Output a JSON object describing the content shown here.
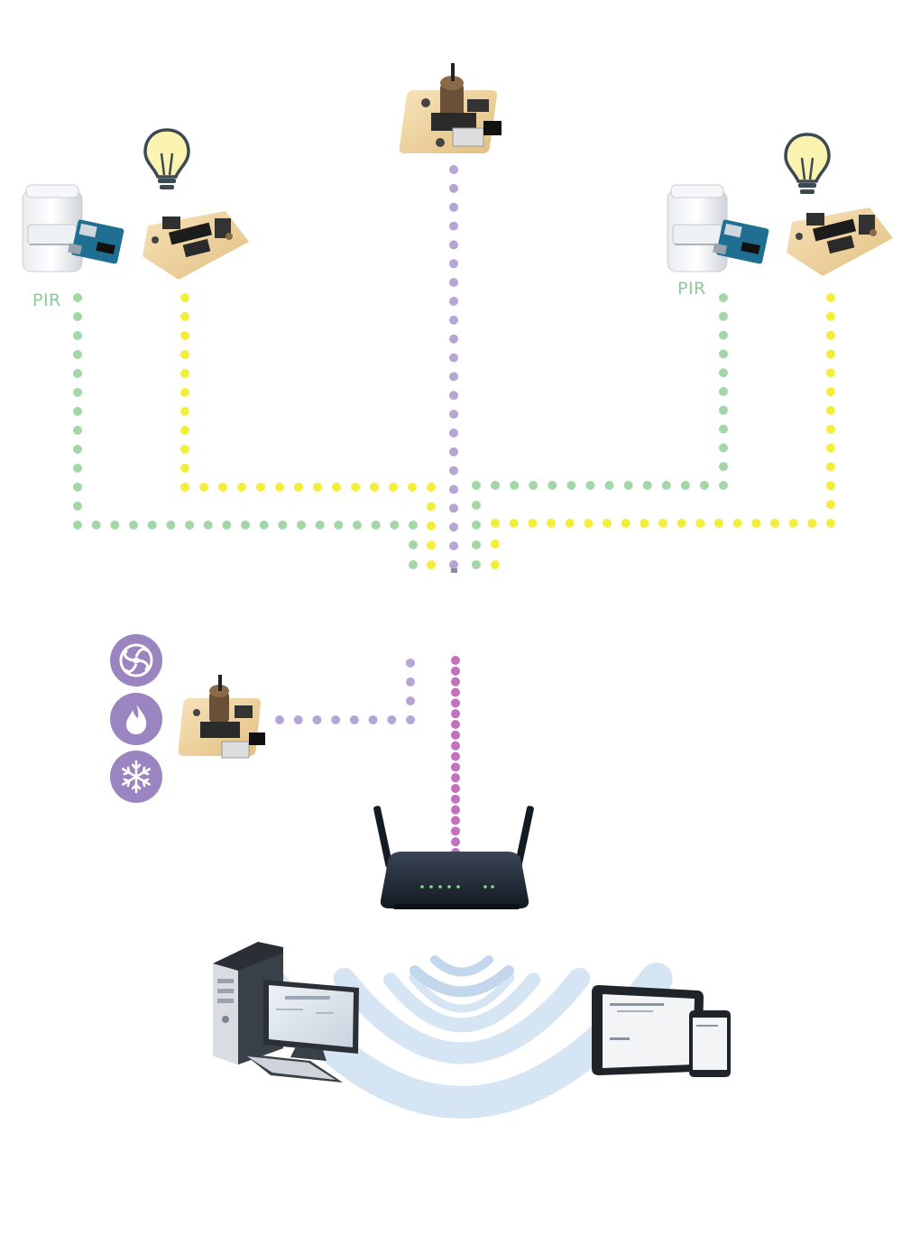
{
  "labels": {
    "pir_left": "PIR",
    "pir_right": "PIR"
  },
  "colors": {
    "green": "#a3d7a8",
    "yellow": "#f2ee3a",
    "lavender": "#b6a6d6",
    "magenta": "#c370bd",
    "wifi": "#d6e5f3",
    "hvac_badge": "#9b85c1",
    "pcb": "#f0d6a4",
    "router": "#1f2733"
  },
  "nodes": [
    {
      "name": "central-controller-board",
      "icon": "circuit-board-icon"
    },
    {
      "name": "pir-sensor-left",
      "icon": "motion-sensor-icon"
    },
    {
      "name": "light-controller-left",
      "icon": "light-bulb-icon"
    },
    {
      "name": "pir-sensor-right",
      "icon": "motion-sensor-icon"
    },
    {
      "name": "light-controller-right",
      "icon": "light-bulb-icon"
    },
    {
      "name": "hvac-controller",
      "icons": [
        "fan-icon",
        "flame-icon",
        "snowflake-icon"
      ]
    },
    {
      "name": "wifi-router",
      "icon": "router-icon"
    },
    {
      "name": "desktop-computer",
      "icon": "desktop-icon"
    },
    {
      "name": "tablet-and-phone",
      "icon": "tablet-icon"
    }
  ]
}
